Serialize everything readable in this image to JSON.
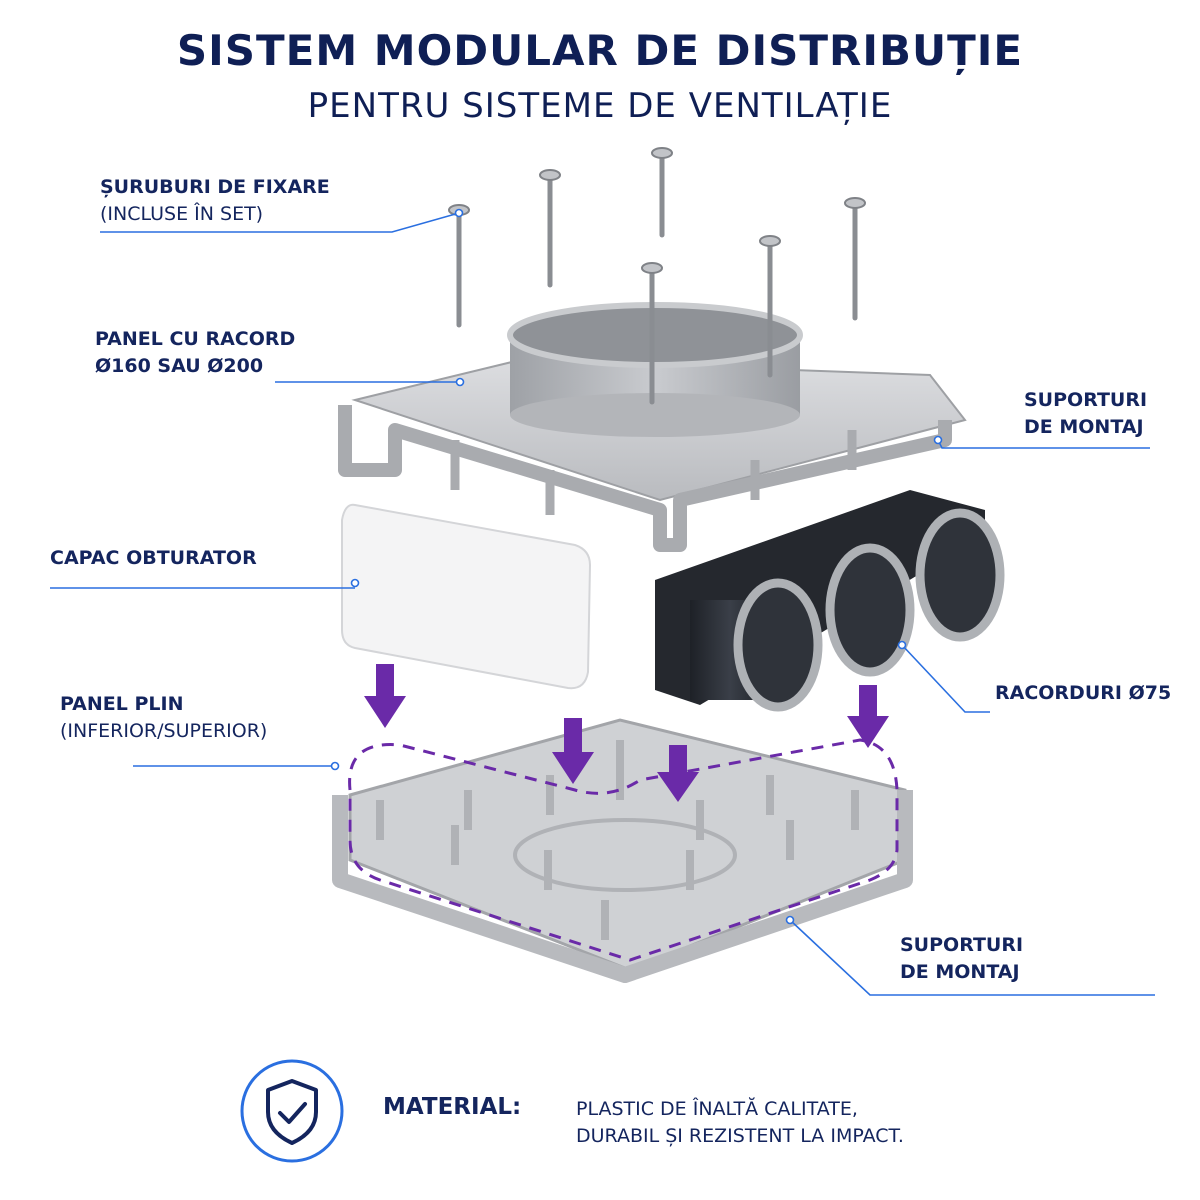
{
  "header": {
    "title": "SISTEM MODULAR DE DISTRIBUȚIE",
    "subtitle": "PENTRU SISTEME DE VENTILAȚIE"
  },
  "labels": {
    "screws": {
      "line1": "ȘURUBURI DE FIXARE",
      "line2": "(INCLUSE ÎN SET)"
    },
    "panel_racord": {
      "line1": "PANEL CU RACORD",
      "line2": "Ø160 SAU Ø200"
    },
    "supports_top": {
      "line1": "SUPORTURI",
      "line2": "DE MONTAJ"
    },
    "cap": {
      "line1": "CAPAC OBTURATOR"
    },
    "racords": {
      "line1": "RACORDURI Ø75"
    },
    "panel_plin": {
      "line1": "PANEL PLIN",
      "line2": "(INFERIOR/SUPERIOR)"
    },
    "supports_bottom": {
      "line1": "SUPORTURI",
      "line2": "DE MONTAJ"
    }
  },
  "material": {
    "label": "MATERIAL:",
    "line1": "PLASTIC DE ÎNALTĂ CALITATE,",
    "line2": "DURABIL ȘI REZISTENT LA IMPACT.",
    "icon": "shield-check-icon"
  },
  "colors": {
    "title": "#0f1f55",
    "leader_line": "#2a6fe0",
    "arrow": "#6a2aa8",
    "panel_gray": "#c4c6ca",
    "pipe_dark": "#2b2f36"
  }
}
